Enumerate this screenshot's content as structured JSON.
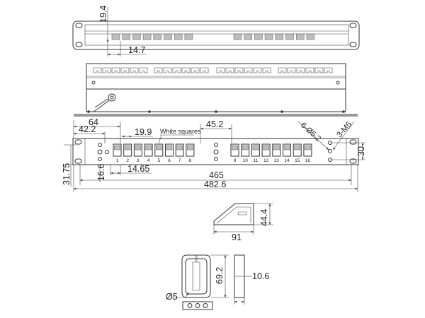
{
  "top_view": {
    "dim_height": "19.4",
    "dim_pitch": "14.7"
  },
  "front_view": {
    "dim_64": "64",
    "dim_42_2": "42.2",
    "dim_19_9": "19.9",
    "dim_45_2": "45.2",
    "dim_holes": "6-Ø5.2",
    "dim_screws": "3-M5",
    "dim_30": "30",
    "dim_31_75": "31.75",
    "dim_16_6": "16.6",
    "dim_14_65": "14.65",
    "dim_465": "465",
    "dim_482_6": "482.6",
    "note_white_squares": "White squares",
    "port_numbers_left": [
      "1",
      "2",
      "3",
      "4",
      "5",
      "6",
      "7",
      "8"
    ],
    "port_numbers_right": [
      "9",
      "10",
      "11",
      "12",
      "13",
      "14",
      "15",
      "16"
    ]
  },
  "bracket_detail": {
    "dim_44_4": "44.4",
    "dim_91": "91"
  },
  "cable_ring_detail": {
    "dim_69_2": "69.2",
    "dim_10_6": "10.6",
    "dim_dia5": "Ø5"
  }
}
